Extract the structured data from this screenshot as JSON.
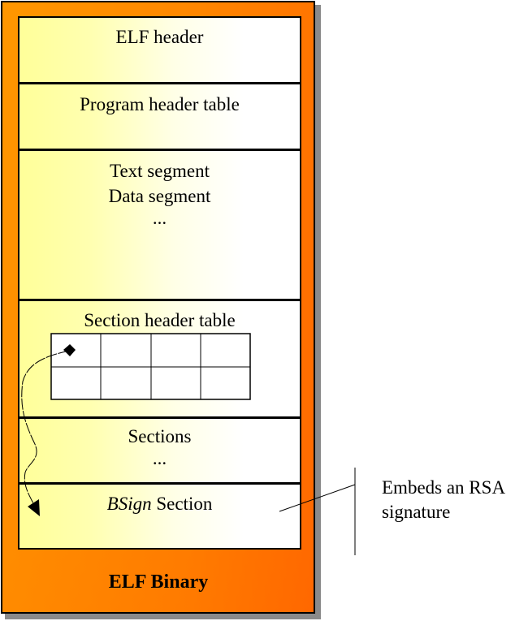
{
  "diagram": {
    "title": "ELF Binary",
    "sections": [
      {
        "id": "elf-header",
        "lines": [
          "ELF header"
        ]
      },
      {
        "id": "program-header-table",
        "lines": [
          "Program header table"
        ]
      },
      {
        "id": "segments",
        "lines": [
          "Text segment",
          "Data segment",
          "..."
        ]
      },
      {
        "id": "section-header-table",
        "lines": [
          "Section header table"
        ],
        "table": {
          "rows": 2,
          "cols": 4
        }
      },
      {
        "id": "sections",
        "lines": [
          "Sections",
          "..."
        ]
      },
      {
        "id": "bsign-section",
        "italic_prefix": "BSign",
        "suffix": " Section"
      }
    ],
    "annotation": {
      "lines": [
        "Embeds an RSA",
        "signature"
      ]
    },
    "arrow": {
      "from": "section-header-table.cell-0-0",
      "to": "bsign-section"
    },
    "colors": {
      "outer": "#ff8c00",
      "inner_left": "#ffff99",
      "inner_right": "#ffffff",
      "shadow": "#8a8a8a",
      "line": "#000000"
    }
  }
}
